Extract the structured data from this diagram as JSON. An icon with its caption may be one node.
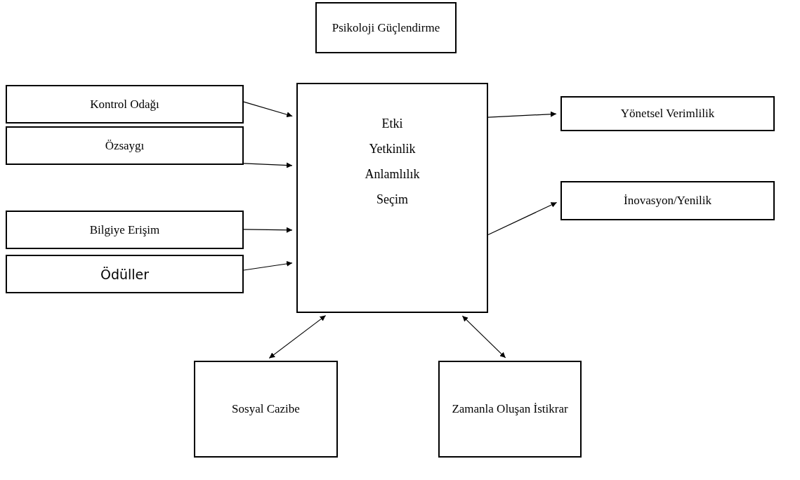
{
  "diagram": {
    "nodes": [
      {
        "text": [
          "Psikoloji Güçlendirme"
        ]
      },
      {
        "text": [
          "Kontrol Odağı"
        ]
      },
      {
        "text": [
          "Özsaygı"
        ]
      },
      {
        "text": [
          "Bilgiye Erişim"
        ]
      },
      {
        "text": [
          "Ödüller"
        ]
      },
      {
        "text": [
          "Etki",
          "Yetkinlik",
          "Anlamlılık",
          "Seçim"
        ]
      },
      {
        "text": [
          "Yönetsel Verimlilik"
        ]
      },
      {
        "text": [
          "İnovasyon/Yenilik"
        ]
      },
      {
        "text": [
          "Sosyal Cazibe"
        ]
      },
      {
        "text": [
          "Zamanla Oluşan İstikrar"
        ]
      }
    ],
    "edges": [
      {
        "from": 1,
        "to": 5,
        "arrow": "to"
      },
      {
        "from": 2,
        "to": 5,
        "arrow": "to"
      },
      {
        "from": 3,
        "to": 5,
        "arrow": "to"
      },
      {
        "from": 4,
        "to": 5,
        "arrow": "to"
      },
      {
        "from": 5,
        "to": 6,
        "arrow": "to"
      },
      {
        "from": 5,
        "to": 7,
        "arrow": "to"
      },
      {
        "from": 5,
        "to": 8,
        "arrow": "both"
      },
      {
        "from": 5,
        "to": 9,
        "arrow": "both"
      }
    ]
  }
}
